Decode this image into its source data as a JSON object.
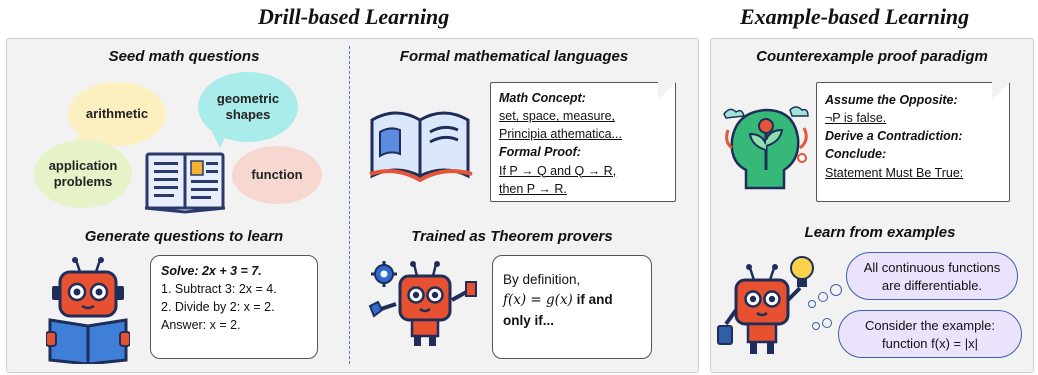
{
  "headings": {
    "drill": "Drill-based Learning",
    "example": "Example-based Learning"
  },
  "drill": {
    "seed": {
      "title": "Seed math questions",
      "bubbles": [
        "arithmetic",
        "geometric shapes",
        "application problems",
        "function"
      ]
    },
    "formal": {
      "title": "Formal mathematical languages",
      "card": {
        "concept_label": "Math Concept:",
        "concept_line1": "set, space, measure,",
        "concept_line2": "Principia athematica...",
        "proof_label": "Formal Proof:",
        "proof_line1": "If P → Q and Q → R,",
        "proof_line2": "then P → R."
      }
    },
    "generate": {
      "title": "Generate questions to learn",
      "card": {
        "solve": "Solve: 2x + 3 = 7.",
        "step1": "1. Subtract 3: 2x = 4.",
        "step2": "2. Divide by 2: x = 2.",
        "answer": "Answer: x = 2."
      }
    },
    "trained": {
      "title": "Trained as Theorem provers",
      "card": {
        "line1": "By definition,",
        "formula": "f(x) = g(x)",
        "iff_a": " if and",
        "iff_b": "only if..."
      }
    }
  },
  "example": {
    "counter": {
      "title": "Counterexample proof paradigm",
      "card": {
        "assume_label": "Assume the Opposite:",
        "assume_text": "¬P is false.",
        "derive_label": "Derive a Contradiction:",
        "conclude_label": "Conclude:",
        "conclude_text": "Statement Must Be True:"
      }
    },
    "learn": {
      "title": "Learn from examples",
      "cloud1": [
        "All continuous functions",
        "are differentiable."
      ],
      "cloud2": [
        "Consider the example:",
        "function f(x) = |x|"
      ]
    }
  },
  "colors": {
    "panel_bg": "#f2f2f2",
    "divider": "#4a78c8",
    "bubble_yellow": "#fdf0c0",
    "bubble_teal": "#a9ecea",
    "bubble_green": "#e6f3c8",
    "bubble_pink": "#f7d8d0",
    "cloud_purple": "#ebe2fb",
    "robot_orange": "#e8512f"
  }
}
